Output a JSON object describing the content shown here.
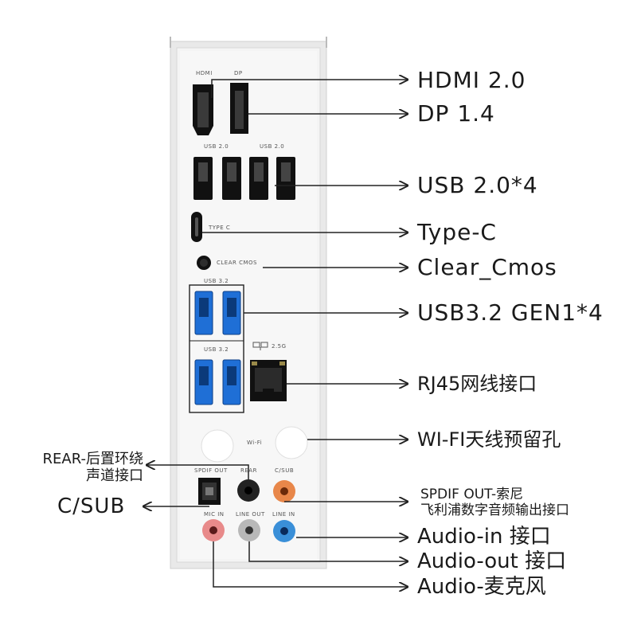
{
  "panel_text": {
    "hdmi": "HDMI",
    "dp": "DP",
    "usb20_a": "USB 2.0",
    "usb20_b": "USB 2.0",
    "typec": "TYPE C",
    "clear_cmos": "CLEAR CMOS",
    "usb32_a": "USB 3.2",
    "usb32_b": "USB 3.2",
    "lan": "2.5G",
    "wifi": "Wi-Fi",
    "spdif_out": "SPDIF OUT",
    "rear": "REAR",
    "csub": "C/SUB",
    "mic_in": "MIC IN",
    "line_out": "LINE OUT",
    "line_in": "LINE IN"
  },
  "callouts": {
    "hdmi": "HDMI 2.0",
    "dp": "DP 1.4",
    "usb20": "USB 2.0*4",
    "typec": "Type-C",
    "clear_cmos": "Clear_Cmos",
    "usb32": "USB3.2 GEN1*4",
    "rj45": "RJ45网线接口",
    "wifi": "WI-FI天线预留孔",
    "rear_line1": "REAR-后置环绕",
    "rear_line2": "声道接口",
    "csub": "C/SUB",
    "spdif_line1": "SPDIF OUT-索尼",
    "spdif_line2": "飞利浦数字音频输出接口",
    "audio_in": "Audio-in 接口",
    "audio_out": "Audio-out 接口",
    "audio_mic": "Audio-麦克风"
  },
  "colors": {
    "panel": "#f3f3f3",
    "usb3_blue": "#1f6fd6",
    "jack_pink": "#e88a8a",
    "jack_blue": "#3a8fd8",
    "jack_orange": "#e8874a",
    "jack_grey": "#b8b8b8",
    "jack_black": "#222222",
    "line": "#222222"
  }
}
